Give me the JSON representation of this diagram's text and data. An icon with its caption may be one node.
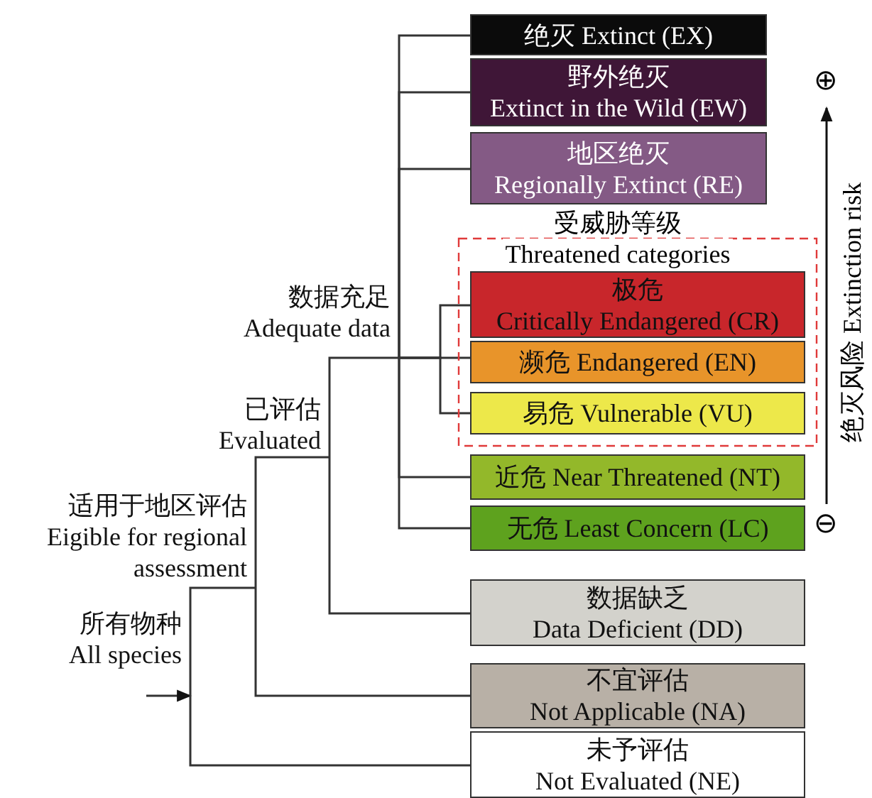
{
  "diagram": {
    "nodes": [
      {
        "text": [
          "绝灭 Extinct (EX)"
        ]
      },
      {
        "text": [
          "野外绝灭",
          "Extinct in the Wild (EW)"
        ]
      },
      {
        "text": [
          "地区绝灭",
          "Regionally Extinct (RE)"
        ]
      },
      {
        "text": [
          "受威胁等级",
          "Threatened categories"
        ]
      },
      {
        "text": [
          "极危",
          "Critically Endangered (CR)"
        ],
        "in": 3
      },
      {
        "text": [
          "濒危 Endangered (EN)"
        ],
        "in": 3
      },
      {
        "text": [
          "易危 Vulnerable (VU)"
        ],
        "in": 3
      },
      {
        "text": [
          "数据充足",
          "Adequate data"
        ]
      },
      {
        "text": [
          "已评估",
          "Evaluated"
        ]
      },
      {
        "text": [
          "近危 Near Threatened (NT)"
        ]
      },
      {
        "text": [
          "无危 Least Concern (LC)"
        ]
      },
      {
        "text": [
          "适用于地区评估",
          "Eigible for regional assessment"
        ]
      },
      {
        "text": [
          "数据缺乏",
          "Data Deficient (DD)"
        ]
      },
      {
        "text": [
          "所有物种",
          "All species"
        ]
      },
      {
        "text": [
          "不宜评估",
          "Not Applicable (NA)"
        ]
      },
      {
        "text": [
          "未予评估",
          "Not Evaluated (NE)"
        ]
      }
    ],
    "edges": [
      {
        "from": null,
        "to": 13,
        "arrow": "to"
      },
      {
        "from": 13,
        "to": 11,
        "arrow": "none"
      },
      {
        "from": 13,
        "to": 15,
        "arrow": "none"
      },
      {
        "from": 11,
        "to": 8,
        "arrow": "none"
      },
      {
        "from": 11,
        "to": 14,
        "arrow": "none"
      },
      {
        "from": 8,
        "to": 7,
        "arrow": "none"
      },
      {
        "from": 8,
        "to": 12,
        "arrow": "none"
      },
      {
        "from": 7,
        "to": 0,
        "arrow": "none"
      },
      {
        "from": 7,
        "to": 1,
        "arrow": "none"
      },
      {
        "from": 7,
        "to": 2,
        "arrow": "none"
      },
      {
        "from": 7,
        "to": 4,
        "arrow": "none"
      },
      {
        "from": 7,
        "to": 5,
        "arrow": "none"
      },
      {
        "from": 7,
        "to": 6,
        "arrow": "none"
      },
      {
        "from": 7,
        "to": 9,
        "arrow": "none"
      },
      {
        "from": 7,
        "to": 10,
        "arrow": "none"
      }
    ],
    "labels": [
      "⊕",
      "⊖",
      "绝灭风险 Extinction risk"
    ]
  }
}
